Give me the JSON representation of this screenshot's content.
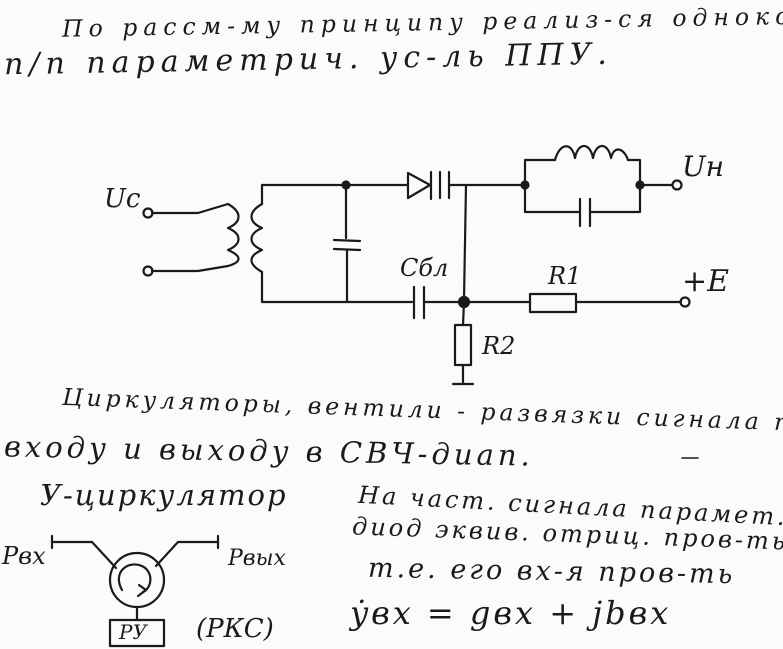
{
  "text": {
    "line1": "По рассм-му принципу реализ-ся однокон.",
    "line2": "п/п параметрич. ус-ль ППУ.",
    "line3": "Циркуляторы, вентили - развязки сигнала по",
    "line4": "входу и выходу в СВЧ-диап.",
    "line5": "У-циркулятор",
    "note1": "На част. сигнала парамет.",
    "note2": "диод эквив. отриц. пров-ть",
    "note3": "т.е. его вх-я пров-ть",
    "formula": "ẏвх = gвх + jbвх"
  },
  "circuit": {
    "uc": "Uc",
    "uh": "Uн",
    "e": "+E",
    "cbl": "Cбл",
    "r1": "R1",
    "r2": "R2"
  },
  "circulator": {
    "pin": "Pвх",
    "pout": "Pвых",
    "ry": "РУ",
    "rks": "(РКС)"
  }
}
